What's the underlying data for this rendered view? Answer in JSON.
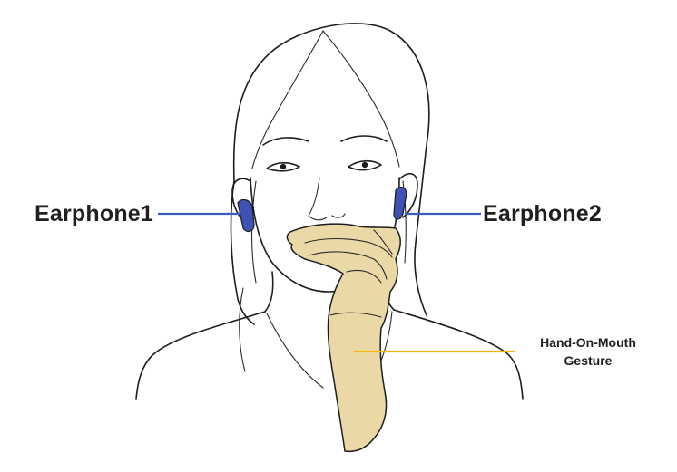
{
  "labels": {
    "earphone_left": "Earphone1",
    "earphone_right": "Earphone2",
    "gesture_line1": "Hand-On-Mouth",
    "gesture_line2": "Gesture"
  },
  "colors": {
    "earphone_fill": "#3f51b5",
    "earphone_leader": "#3b5cc4",
    "hand_fill": "#ead9a6",
    "gesture_leader": "#f2b418",
    "outline": "#1d1d1d",
    "label_text": "#1f1f1f",
    "background": "#ffffff"
  }
}
